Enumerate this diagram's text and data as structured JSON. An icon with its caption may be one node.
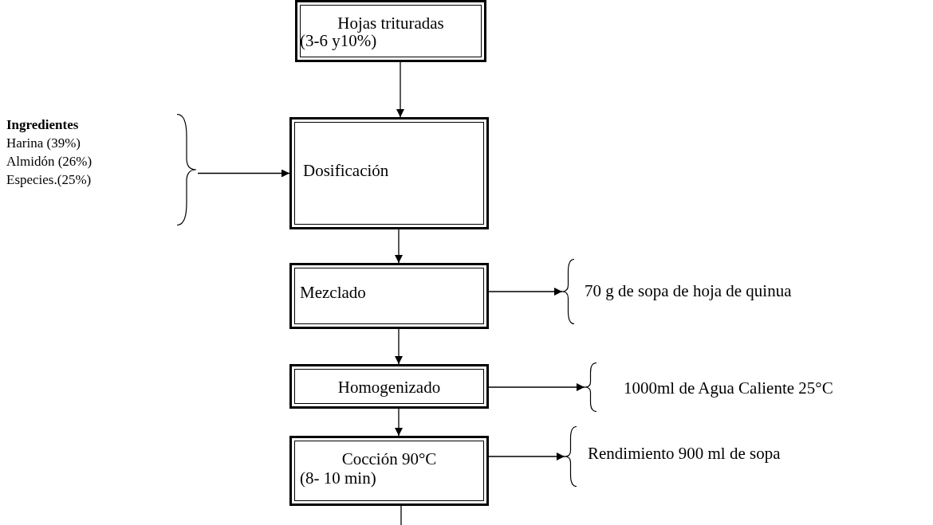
{
  "diagram": {
    "nodes": [
      {
        "text": [
          "Hojas trituradas",
          "(3-6 y10%)"
        ]
      },
      {
        "text": [
          "Ingredientes",
          "Harina  (39%)",
          "Almidón (26%)",
          "Especies.(25%)"
        ]
      },
      {
        "text": [
          "Dosificación"
        ]
      },
      {
        "text": [
          "Mezclado"
        ]
      },
      {
        "text": [
          "70 g de sopa de hoja de quinua"
        ]
      },
      {
        "text": [
          "Homogenizado"
        ]
      },
      {
        "text": [
          "1000ml de Agua Caliente 25°C"
        ]
      },
      {
        "text": [
          "Cocción 90°C",
          "(8- 10 min)"
        ]
      },
      {
        "text": [
          "Rendimiento 900 ml de sopa"
        ]
      }
    ],
    "edges": [
      {
        "from": 0,
        "to": 2,
        "arrow": "to"
      },
      {
        "from": 1,
        "to": 2,
        "arrow": "to"
      },
      {
        "from": 2,
        "to": 3,
        "arrow": "to"
      },
      {
        "from": 3,
        "to": 4,
        "arrow": "to"
      },
      {
        "from": 3,
        "to": 5,
        "arrow": "to"
      },
      {
        "from": 5,
        "to": 6,
        "arrow": "to"
      },
      {
        "from": 5,
        "to": 7,
        "arrow": "to"
      },
      {
        "from": 7,
        "to": 8,
        "arrow": "to"
      },
      {
        "from": 7,
        "to": null,
        "arrow": "none"
      }
    ]
  }
}
